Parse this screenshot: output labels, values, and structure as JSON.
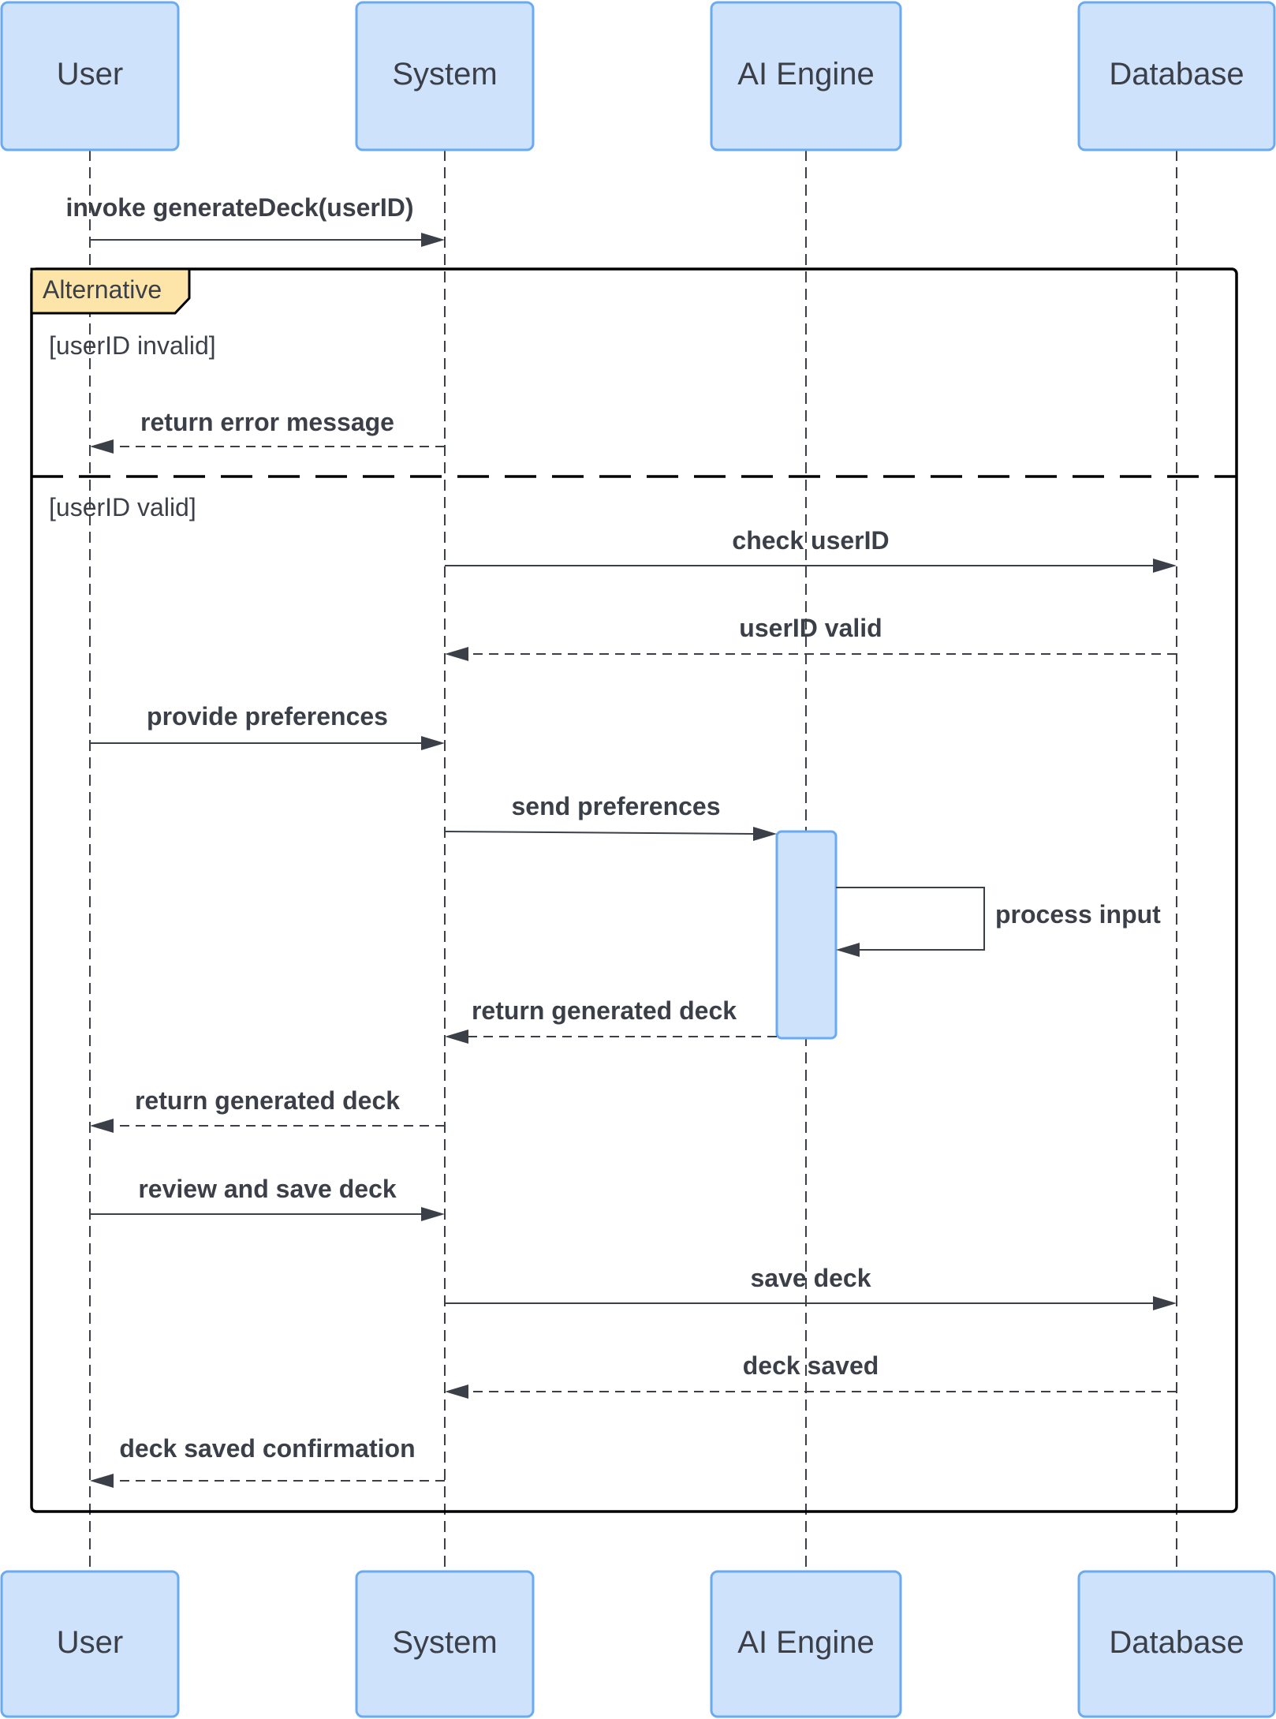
{
  "participants": {
    "user": "User",
    "system": "System",
    "ai_engine": "AI Engine",
    "database": "Database"
  },
  "frame": {
    "operator": "Alternative",
    "guard_invalid": "[userID invalid]",
    "guard_valid": "[userID valid]"
  },
  "messages": {
    "m1": "invoke generateDeck(userID)",
    "m2": "return error message",
    "m3": "check userID",
    "m4": "userID valid",
    "m5": "provide preferences",
    "m6": "send preferences",
    "m7": "process input",
    "m8": "return generated deck",
    "m9": "return generated deck",
    "m10": "review and save deck",
    "m11": "save deck",
    "m12": "deck saved",
    "m13": "deck saved confirmation"
  }
}
